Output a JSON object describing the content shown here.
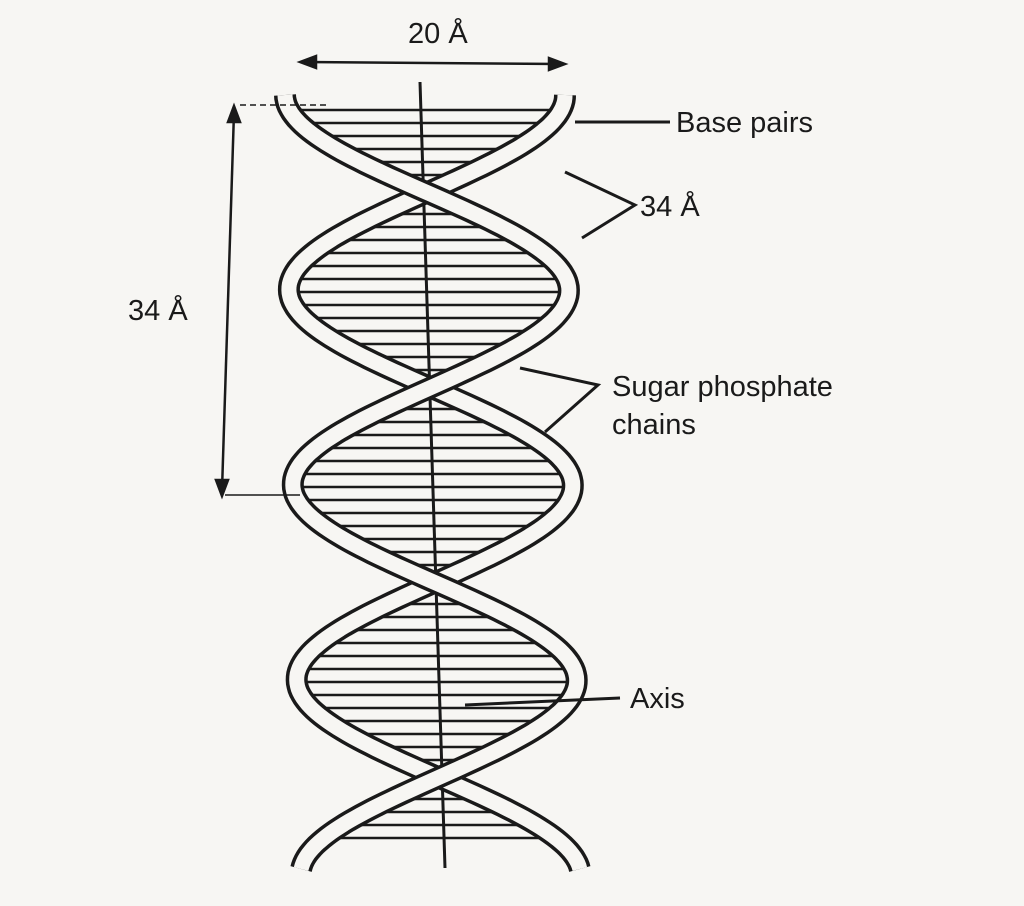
{
  "title": "DNA double helix",
  "labels": {
    "width": "20 Å",
    "base_pairs": "Base pairs",
    "turn_right": "34 Å",
    "turn_left": "34 Å",
    "sugar_line1": "Sugar phosphate",
    "sugar_line2": "chains",
    "axis": "Axis"
  },
  "colors": {
    "ink": "#1a1a1a",
    "paper": "#f7f6f3"
  }
}
